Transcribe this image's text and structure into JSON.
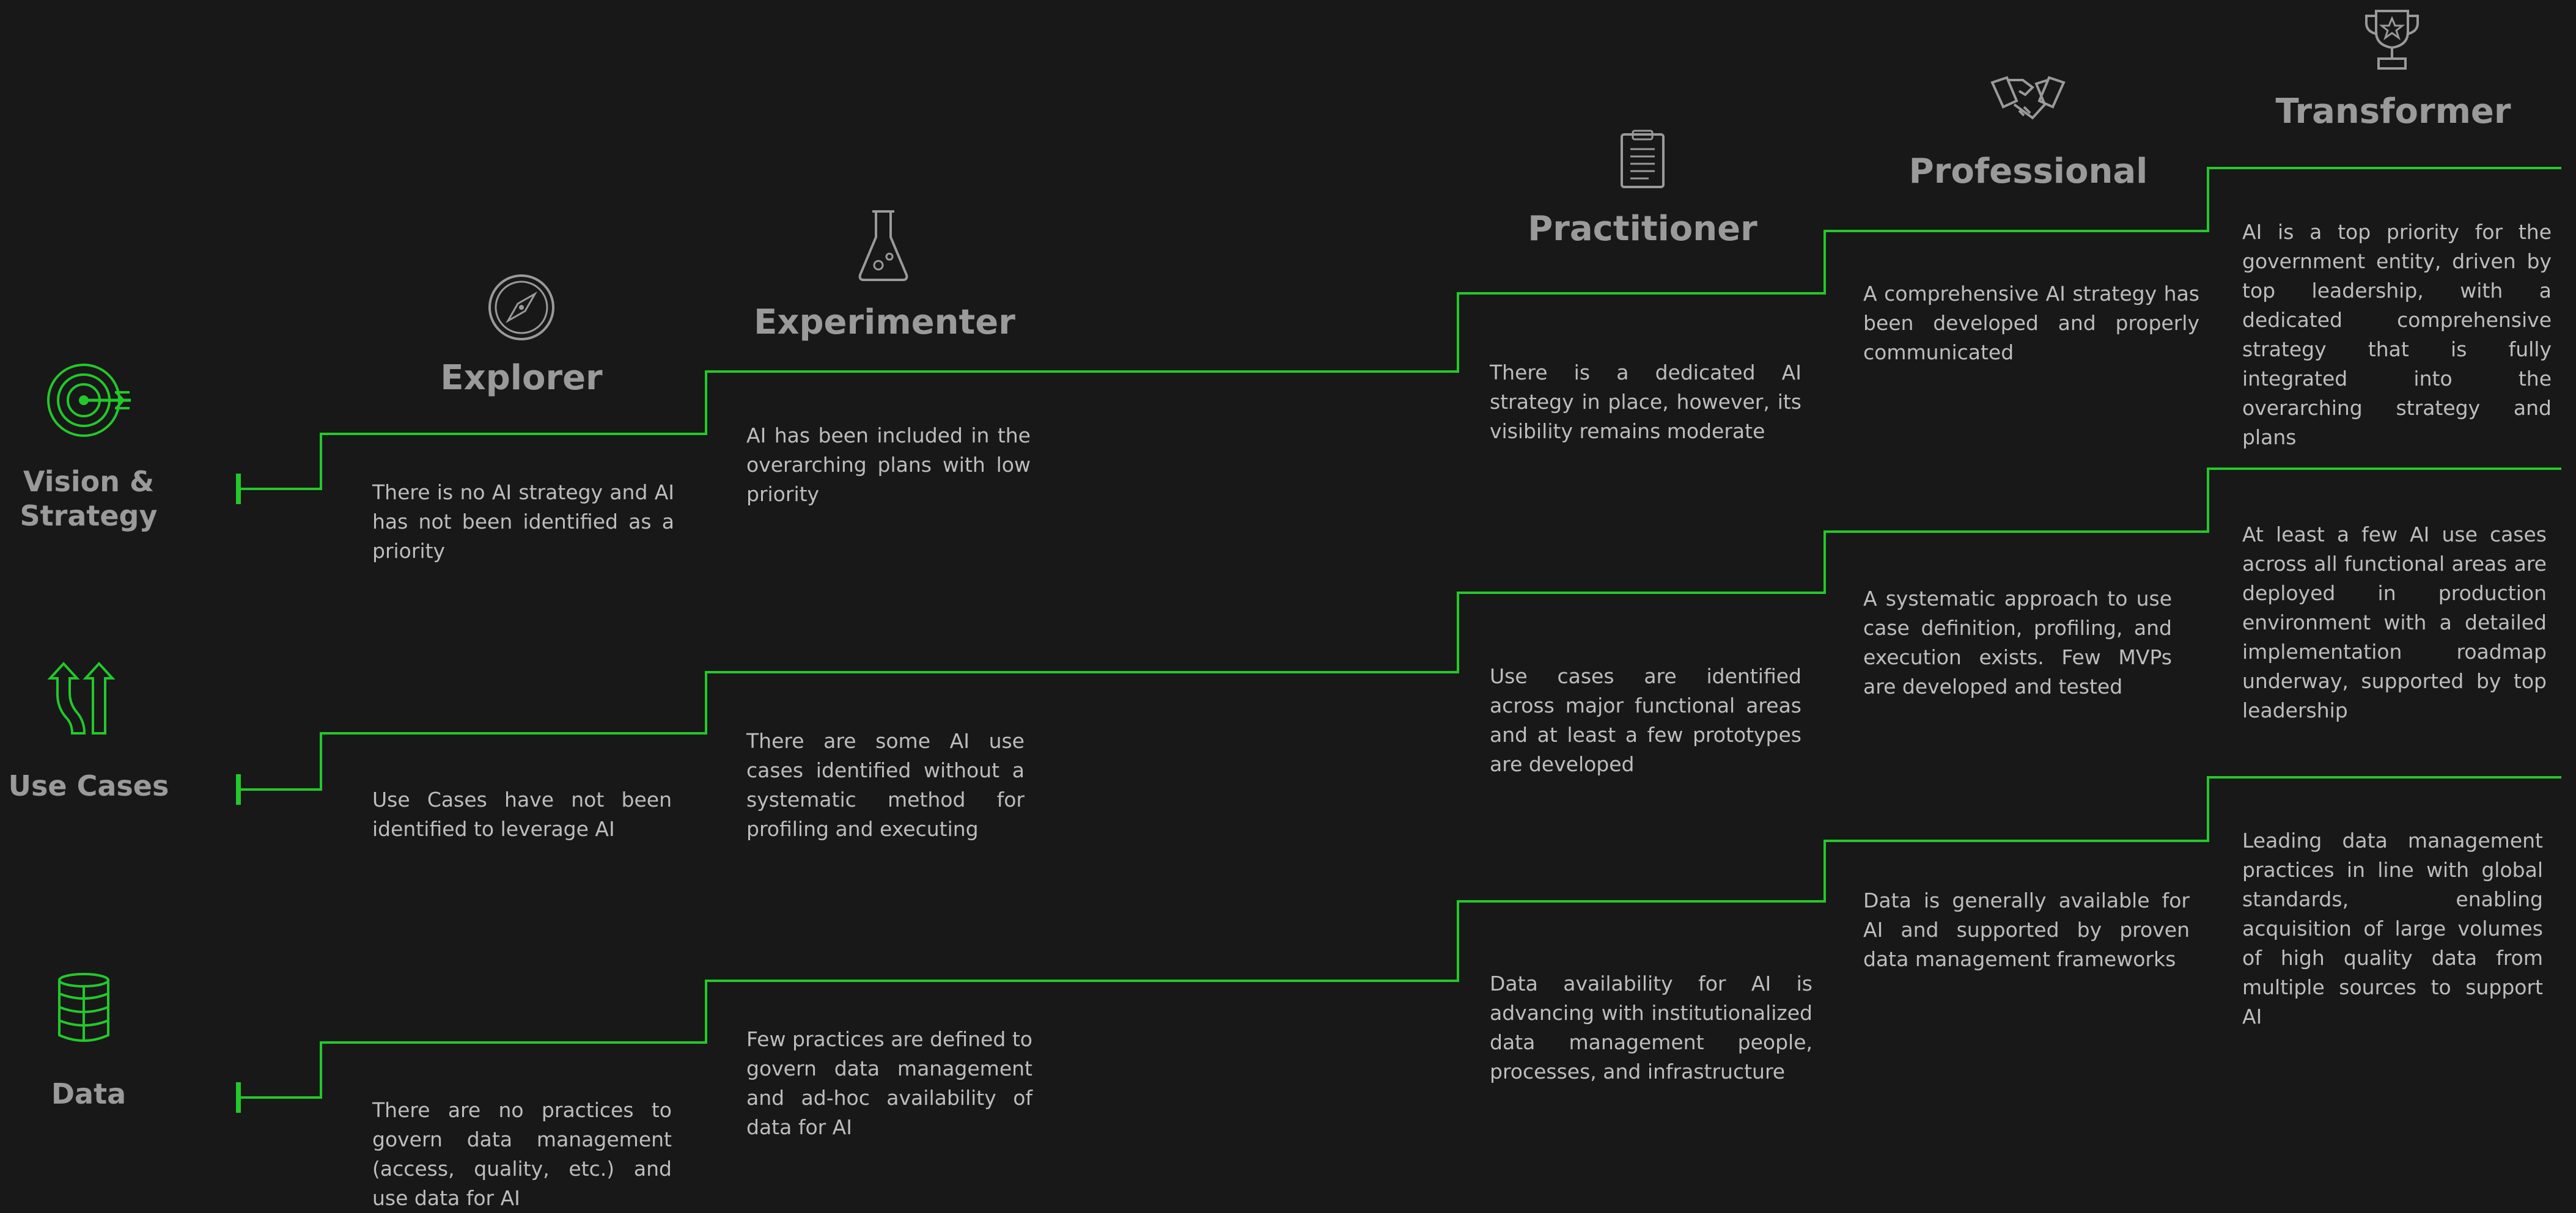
{
  "colors": {
    "accent": "#22c92a",
    "icon_gray": "#9a9a9a",
    "text": "#bdbdbd",
    "title": "#9a9a9a",
    "background": "#181818"
  },
  "stages": [
    {
      "name": "Explorer",
      "icon": "compass-icon"
    },
    {
      "name": "Experimenter",
      "icon": "flask-icon"
    },
    {
      "name": "Practitioner",
      "icon": "clipboard-icon"
    },
    {
      "name": "Professional",
      "icon": "handshake-icon"
    },
    {
      "name": "Transformer",
      "icon": "trophy-icon"
    }
  ],
  "rows": [
    {
      "label": "Vision & Strategy",
      "icon": "target-icon",
      "descriptions": [
        "There is no AI strategy and AI has not been identified as a priority",
        "AI has been included in the overarching plans with low priority",
        "There is a dedicated AI strategy in place, however, its visibility remains moderate",
        "A comprehensive AI strategy has been developed and properly communicated",
        "AI is a top priority for the government entity, driven by top leadership, with a dedicated comprehensive strategy that is fully integrated into the overarching strategy and plans"
      ]
    },
    {
      "label": "Use Cases",
      "icon": "split-arrows-icon",
      "descriptions": [
        "Use Cases have not been identified to leverage AI",
        "There are some AI use cases identified without a systematic method for profiling and executing",
        "Use cases are identified across major functional areas and at least a few prototypes are developed",
        "A systematic approach to use case definition, profiling, and execution exists. Few MVPs are developed and tested",
        "At least a few AI use cases across all functional areas are deployed in production environment with a detailed implementation roadmap underway, supported by top leadership"
      ]
    },
    {
      "label": "Data",
      "icon": "database-icon",
      "descriptions": [
        "There are no practices to govern data management (access, quality, etc.) and use data for AI",
        "Few practices are defined to govern data management and ad-hoc availability of data for AI",
        "Data availability for AI is advancing with institutionalized data management people, processes, and infrastructure",
        "Data is generally available for AI and supported by proven data management frameworks",
        "Leading data management practices in line with global standards, enabling acquisition of large volumes of high quality data from multiple sources to support AI"
      ]
    }
  ]
}
